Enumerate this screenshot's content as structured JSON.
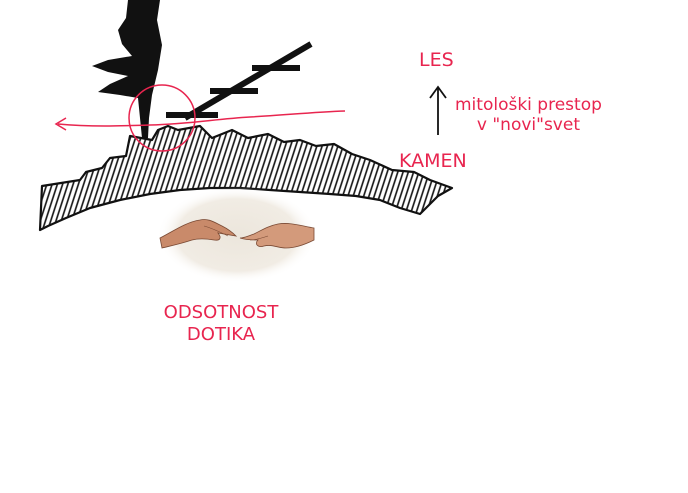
{
  "labels": {
    "les": "LES",
    "kamen": "KAMEN",
    "mitoloski_line1": "mitološki prestop",
    "mitoloski_line2": "v \"novi\"svet",
    "odsotnost_line1": "ODSOTNOST",
    "odsotnost_line2": "DOTIKA"
  },
  "colors": {
    "accent": "#e8254f",
    "ink": "#111111",
    "background": "#ffffff"
  },
  "icons": {
    "arrow_up": "arrow-up-icon",
    "hands": "creation-of-adam-hands"
  }
}
